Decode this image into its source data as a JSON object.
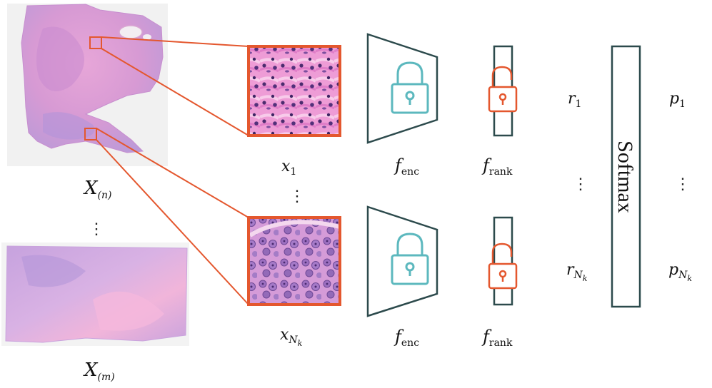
{
  "colors": {
    "accent_orange": "#E4572E",
    "frozen_teal": "#5CB8BE",
    "frame_dark": "#2C4A4C",
    "tissue_pink": "#E5A2D6",
    "tissue_purple": "#B894D6"
  },
  "slides": {
    "top_label": {
      "base": "X",
      "sub": "(n)"
    },
    "bottom_label": {
      "base": "X",
      "sub": "(m)"
    }
  },
  "patches": {
    "top_label": {
      "base": "x",
      "sub": "1"
    },
    "bottom_label": {
      "base": "x",
      "sub": "N",
      "subsub": "k"
    }
  },
  "encoders": {
    "top_label": {
      "base": "f",
      "sub": "enc"
    },
    "bottom_label": {
      "base": "f",
      "sub": "enc"
    },
    "lock_icon": "locked-padlock-icon"
  },
  "rankers": {
    "top_label": {
      "base": "f",
      "sub": "rank"
    },
    "bottom_label": {
      "base": "f",
      "sub": "rank"
    },
    "lock_icon": "unlocked-padlock-icon"
  },
  "scores": {
    "top": {
      "base": "r",
      "sub": "1"
    },
    "bottom": {
      "base": "r",
      "sub": "N",
      "subsub": "k"
    }
  },
  "softmax": {
    "label": "Softmax"
  },
  "probs": {
    "top": {
      "base": "p",
      "sub": "1"
    },
    "bottom": {
      "base": "p",
      "sub": "N",
      "subsub": "k"
    }
  },
  "ellipsis": "⋮"
}
